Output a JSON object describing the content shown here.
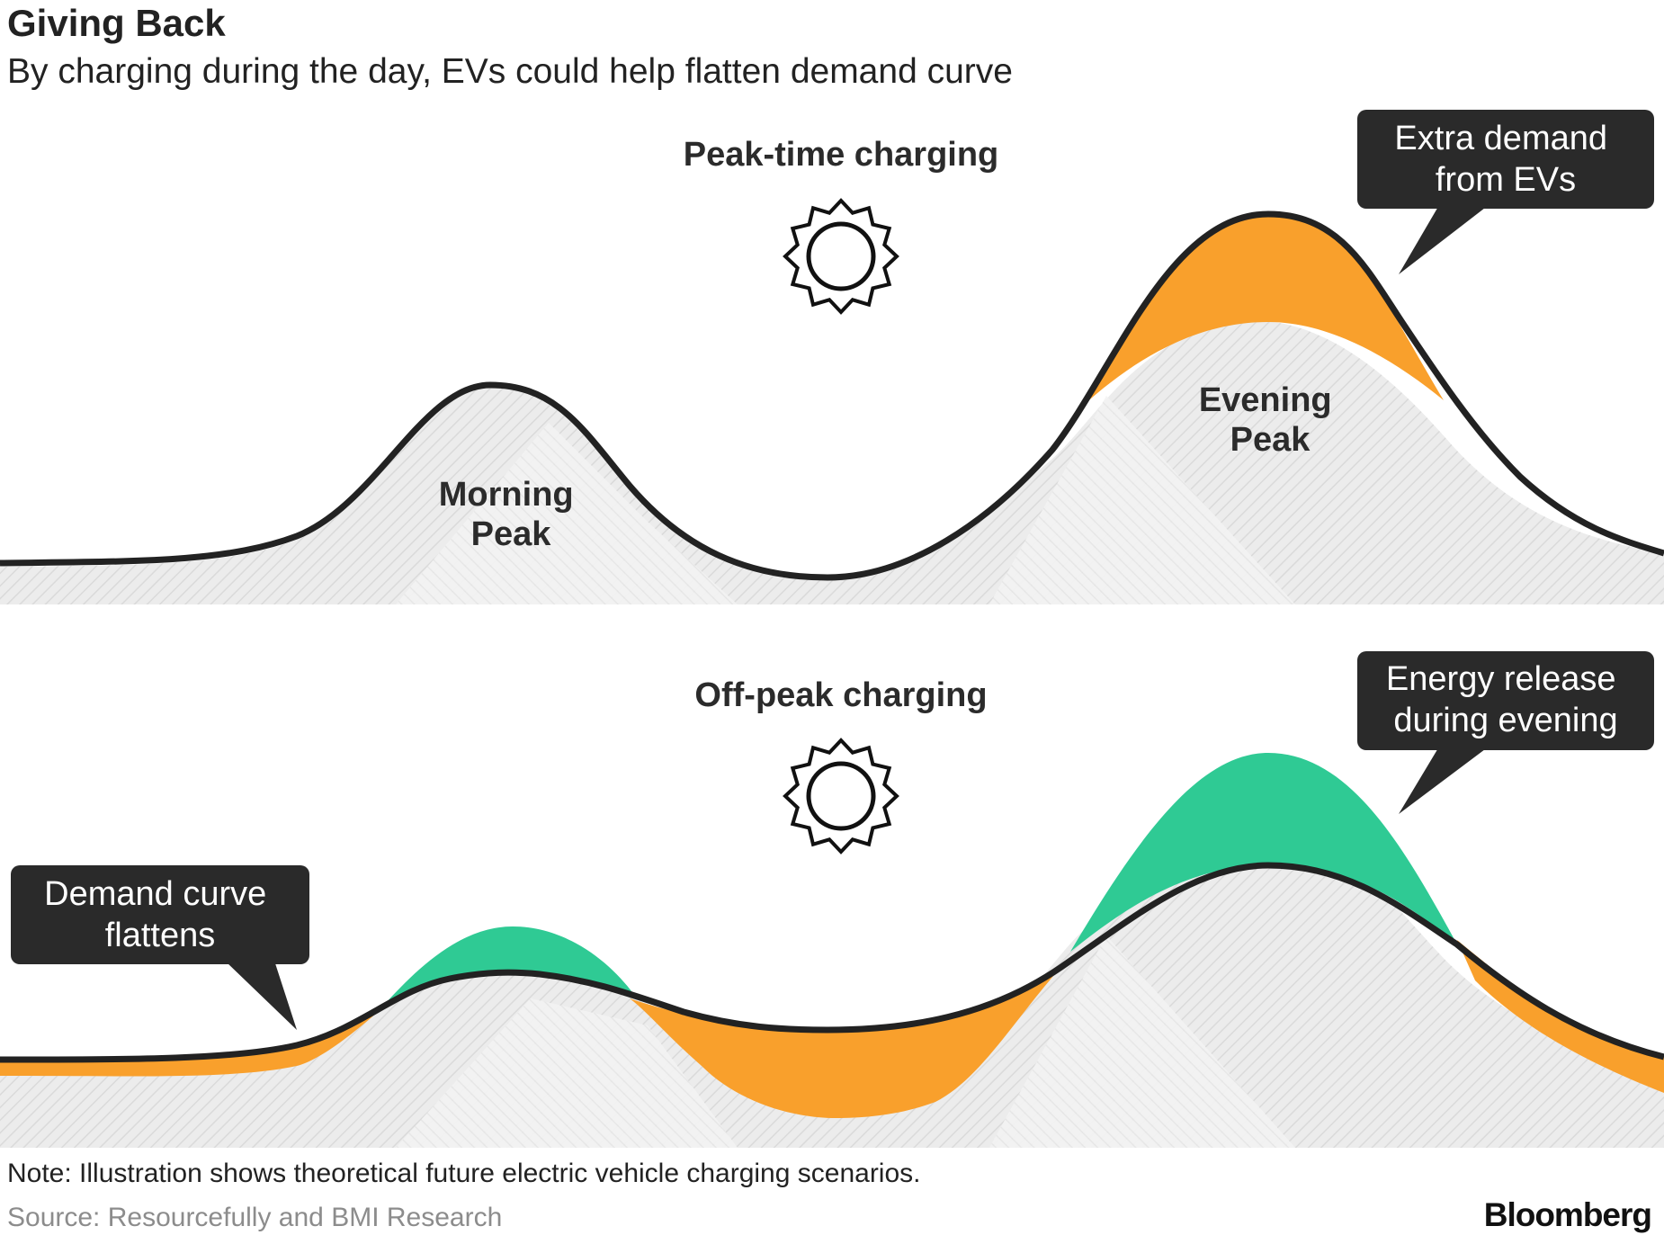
{
  "header": {
    "title": "Giving Back",
    "subtitle": "By charging during the day, EVs could help flatten demand curve"
  },
  "panels": {
    "top": {
      "title": "Peak-time charging",
      "icon": "sun-icon",
      "morning_peak": [
        "Morning",
        "Peak"
      ],
      "evening_peak": [
        "Evening",
        "Peak"
      ],
      "callout": [
        "Extra demand",
        "from EVs"
      ]
    },
    "bottom": {
      "title": "Off-peak charging",
      "icon": "sun-icon",
      "callout_right": [
        "Energy release",
        "during evening"
      ],
      "callout_left": [
        "Demand curve",
        "flattens"
      ]
    }
  },
  "footer": {
    "note": "Note: Illustration shows theoretical future electric vehicle charging scenarios.",
    "source": "Source: Resourcefully and BMI Research",
    "brand": "Bloomberg"
  },
  "colors": {
    "extra_demand": "#f9a02c",
    "energy_release": "#2fca94",
    "baseline_fill": "#ececec",
    "hatch": "#d9d9d9",
    "curve": "#222222",
    "callout_bg": "#2a2a2a"
  }
}
